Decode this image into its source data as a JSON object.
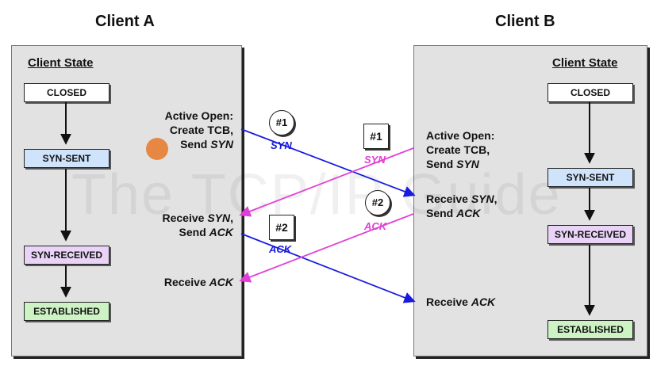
{
  "clients": {
    "a": {
      "title": "Client A",
      "state_header": "Client State",
      "states": [
        "CLOSED",
        "SYN-SENT",
        "SYN-RECEIVED",
        "ESTABLISHED"
      ]
    },
    "b": {
      "title": "Client B",
      "state_header": "Client State",
      "states": [
        "CLOSED",
        "SYN-SENT",
        "SYN-RECEIVED",
        "ESTABLISHED"
      ]
    }
  },
  "actions": {
    "a_active_open": [
      "Active Open:",
      "Create TCB,",
      "Send "
    ],
    "a_active_open_italic": "SYN",
    "a_receive_syn": [
      "Receive ",
      "SYN",
      ",",
      "Send ",
      "ACK"
    ],
    "a_receive_ack": [
      "Receive ",
      "ACK"
    ],
    "b_active_open": [
      "Active Open:",
      "Create TCB,",
      "Send "
    ],
    "b_active_open_italic": "SYN",
    "b_receive_syn": [
      "Receive ",
      "SYN",
      ",",
      "Send ",
      "ACK"
    ],
    "b_receive_ack": [
      "Receive ",
      "ACK"
    ]
  },
  "messages": {
    "a_tag1": "#1",
    "a_syn": "SYN",
    "a_tag2": "#2",
    "a_ack": "ACK",
    "b_tag1": "#1",
    "b_syn": "SYN",
    "b_tag2": "#2",
    "b_ack": "ACK"
  },
  "watermark": "The TCP/IP Guide",
  "colors": {
    "closed": "#ffffff",
    "syn_sent": "#cfe3fb",
    "syn_received": "#e9d4f7",
    "established": "#cdf2c4",
    "client_a_arrow": "#1a1adf",
    "client_b_arrow": "#e040d8"
  }
}
